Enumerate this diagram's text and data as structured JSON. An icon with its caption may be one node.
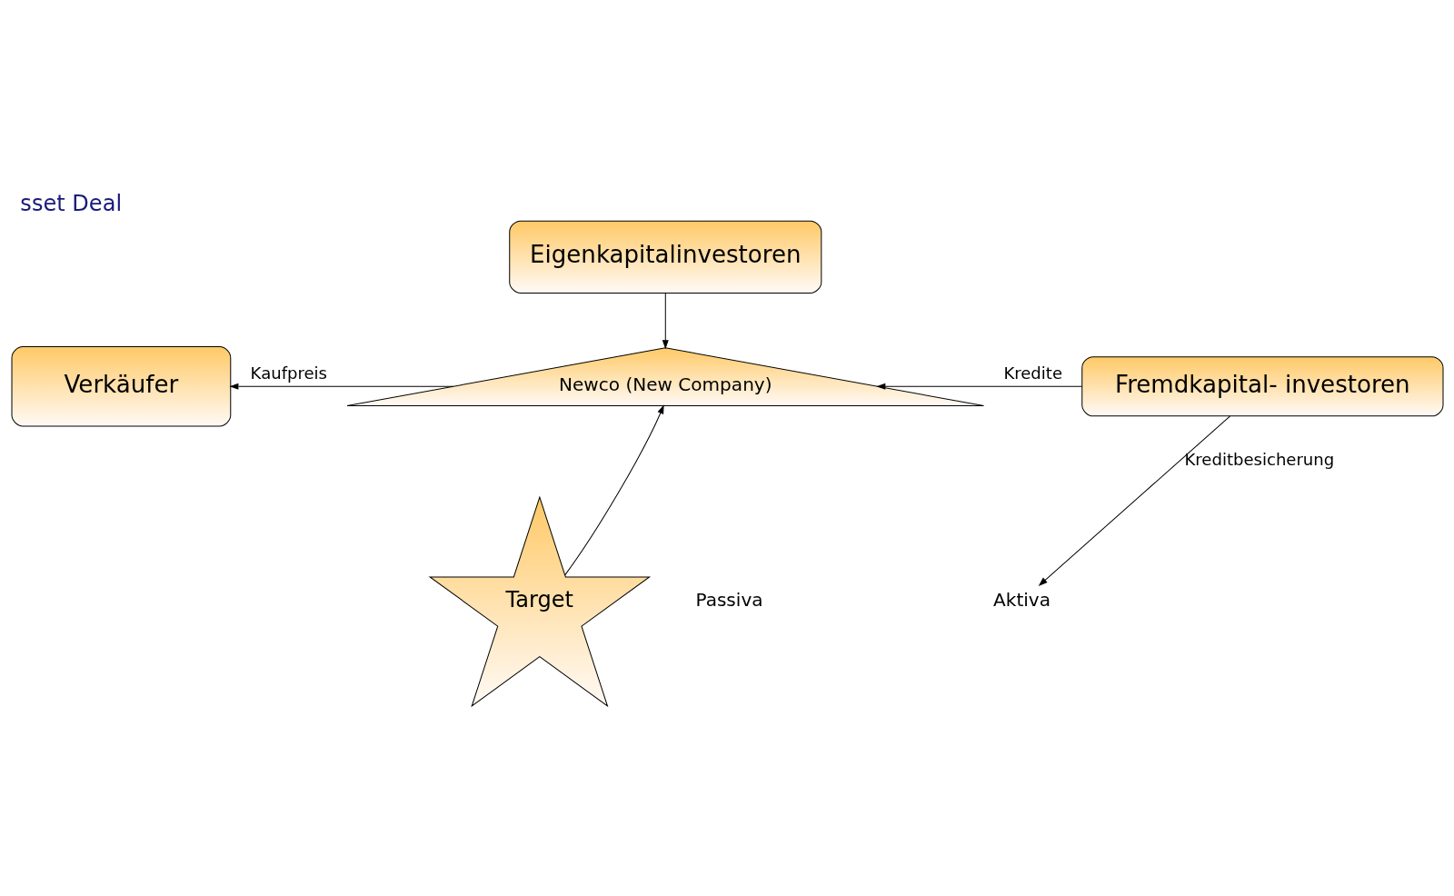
{
  "diagram": {
    "title": "sset Deal",
    "nodes": [
      {
        "text": [
          "Eigenkapitalinvestoren"
        ]
      },
      {
        "text": [
          "Verkäufer"
        ]
      },
      {
        "text": [
          "Newco (New Company)"
        ]
      },
      {
        "text": [
          "Fremdkapital- investoren"
        ]
      },
      {
        "text": [
          "Target"
        ]
      },
      {
        "text": [
          "Aktiva"
        ]
      }
    ],
    "edges": [
      {
        "from": 0,
        "to": 2,
        "arrow": "to"
      },
      {
        "from": 2,
        "to": 1,
        "arrow": "to",
        "label": "Kaufpreis"
      },
      {
        "from": 3,
        "to": 2,
        "arrow": "to",
        "label": "Kredite"
      },
      {
        "from": 4,
        "to": 2,
        "arrow": "to"
      },
      {
        "from": 3,
        "to": 5,
        "arrow": "to",
        "label": "Kreditbesicherung"
      }
    ],
    "labels": [
      "Passiva"
    ]
  }
}
